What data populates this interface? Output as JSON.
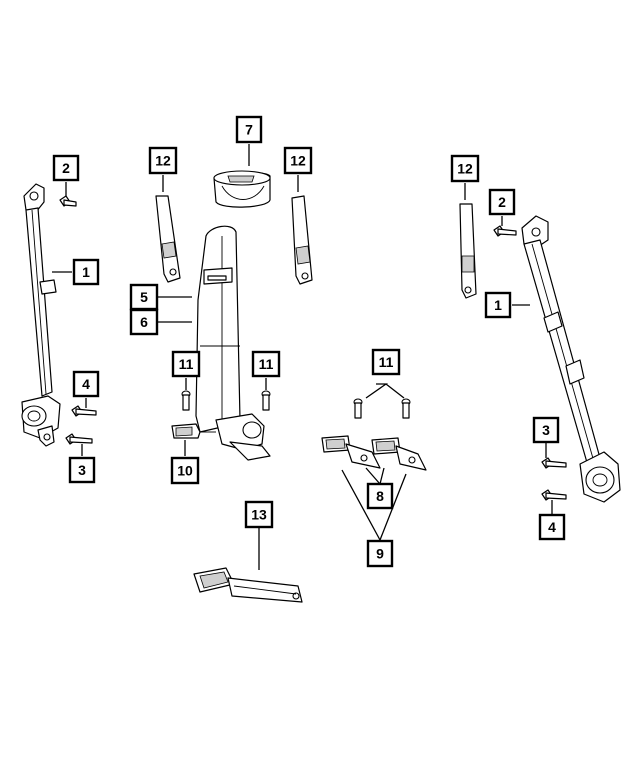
{
  "callouts": [
    {
      "id": "c2-left",
      "label": "2"
    },
    {
      "id": "c1-left",
      "label": "1"
    },
    {
      "id": "c4-left",
      "label": "4"
    },
    {
      "id": "c3-left",
      "label": "3"
    },
    {
      "id": "c12-a",
      "label": "12"
    },
    {
      "id": "c7",
      "label": "7"
    },
    {
      "id": "c12-b",
      "label": "12"
    },
    {
      "id": "c5",
      "label": "5"
    },
    {
      "id": "c6",
      "label": "6"
    },
    {
      "id": "c11-a",
      "label": "11"
    },
    {
      "id": "c11-b",
      "label": "11"
    },
    {
      "id": "c10",
      "label": "10"
    },
    {
      "id": "c11-c",
      "label": "11"
    },
    {
      "id": "c8",
      "label": "8"
    },
    {
      "id": "c9",
      "label": "9"
    },
    {
      "id": "c13",
      "label": "13"
    },
    {
      "id": "c12-c",
      "label": "12"
    },
    {
      "id": "c2-right",
      "label": "2"
    },
    {
      "id": "c1-right",
      "label": "1"
    },
    {
      "id": "c3-right",
      "label": "3"
    },
    {
      "id": "c4-right",
      "label": "4"
    }
  ]
}
